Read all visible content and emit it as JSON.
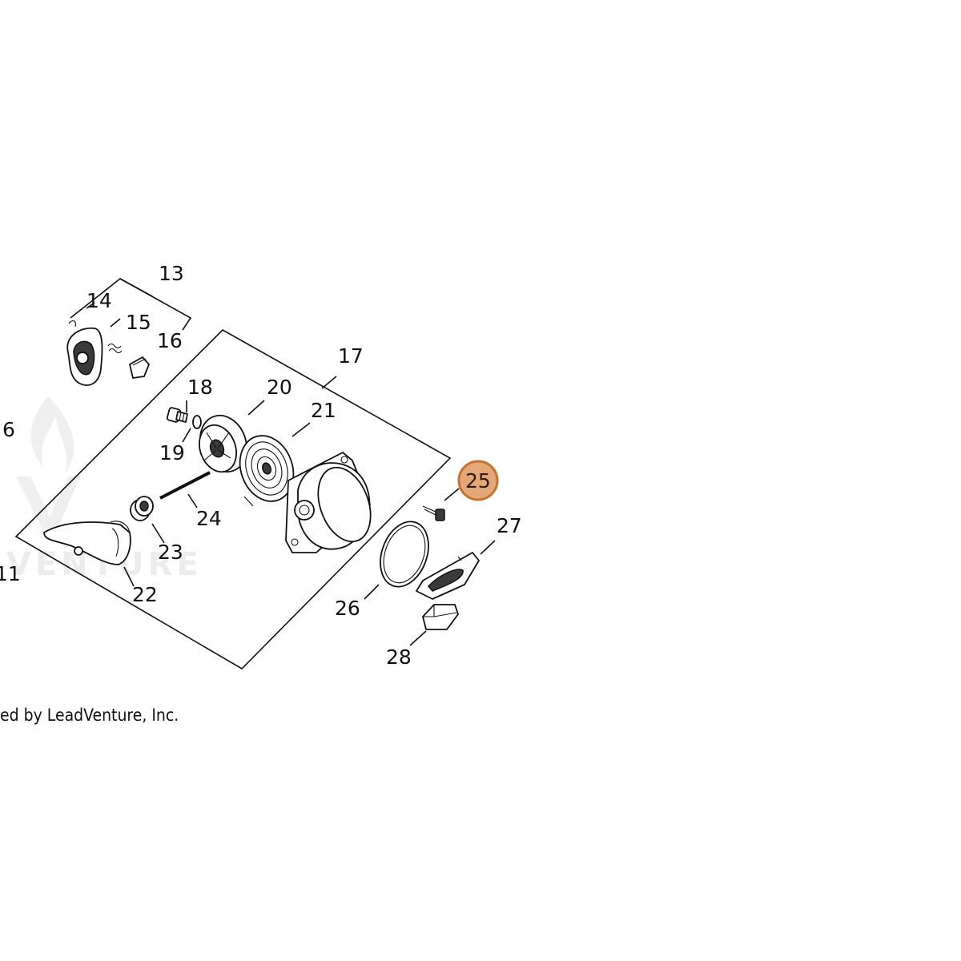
{
  "watermark": {
    "text": "VENTURE"
  },
  "copyright": {
    "text": "ed by LeadVenture, Inc."
  },
  "highlight": {
    "fill": "#e4a878",
    "stroke": "#c8722e"
  },
  "callouts": {
    "c13": "13",
    "c14": "14",
    "c15": "15",
    "c16": "16",
    "c17": "17",
    "c18": "18",
    "c19": "19",
    "c20": "20",
    "c21": "21",
    "c22": "22",
    "c23": "23",
    "c24": "24",
    "c25": "25",
    "c26": "26",
    "c27": "27",
    "c28": "28",
    "edge6": "6",
    "edge11": "11"
  }
}
